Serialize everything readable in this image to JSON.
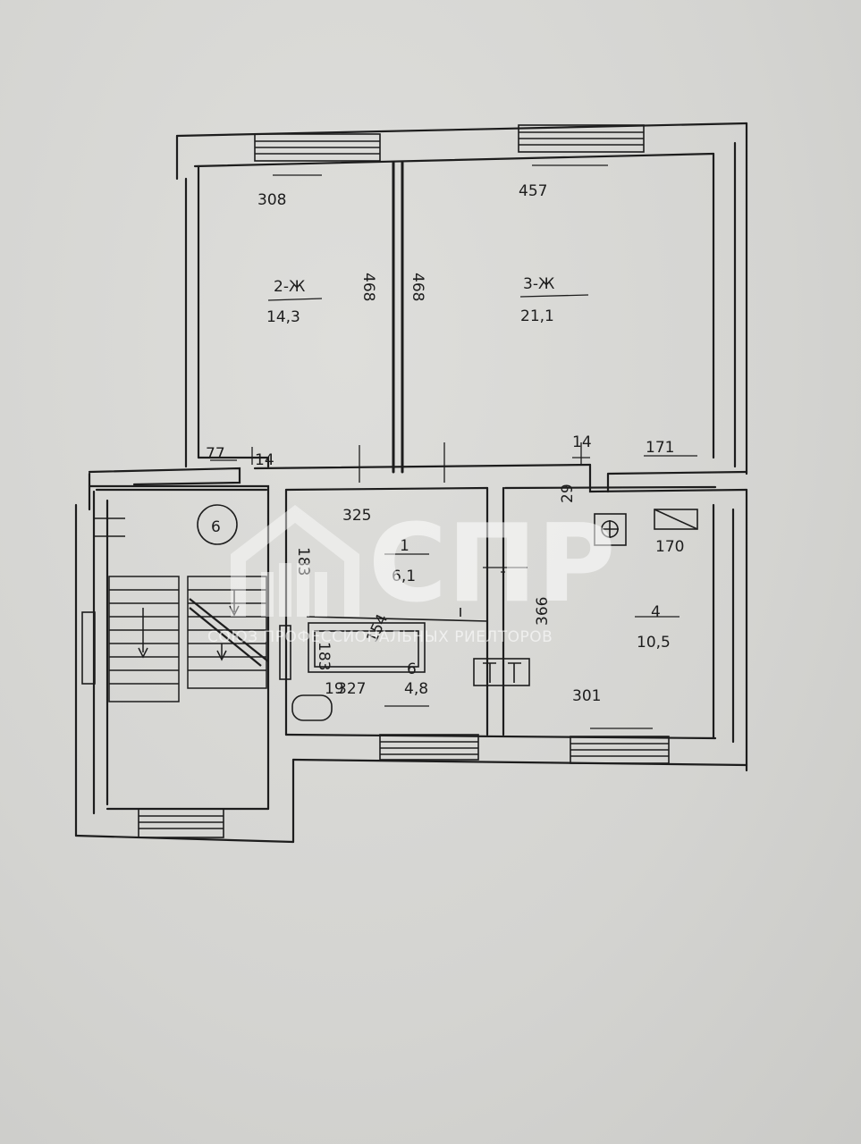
{
  "rooms": {
    "room2": {
      "label": "2-Ж",
      "area": "14,3",
      "width": "308",
      "length": "468"
    },
    "room3": {
      "label": "3-Ж",
      "area": "21,1",
      "width": "457",
      "length": "468"
    },
    "room1": {
      "label": "1",
      "area": "6,1",
      "width": "325",
      "height": "183"
    },
    "room4": {
      "label": "4",
      "area": "10,5",
      "width": "301",
      "length": "366",
      "side": "170",
      "small": "29"
    },
    "bath": {
      "label": "6",
      "area": "4,8",
      "width": "327",
      "small": "19",
      "tub": "154"
    },
    "stair": {
      "label": "6"
    }
  },
  "dims": {
    "wall_left": "77",
    "wall_right": "171",
    "thick_left": "14",
    "thick_right": "14"
  },
  "watermark": {
    "brand": "СПР",
    "tagline": "СОЮЗ ПРОФЕССИОНАЛЬНЫХ РИЕЛТОРОВ"
  },
  "colors": {
    "ink": "#1d1d1d",
    "paper": "#d6d6d3"
  }
}
